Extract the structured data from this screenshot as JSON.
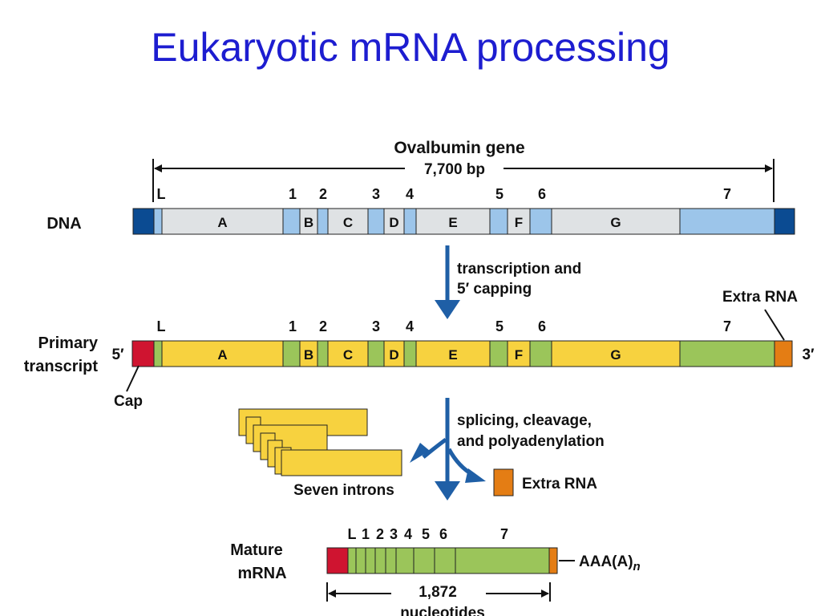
{
  "title": "Eukaryotic mRNA processing",
  "colors": {
    "title": "#1d1dd0",
    "dna_end": "#0b4b92",
    "dna_exon": "#9cc5ea",
    "dna_intron": "#dfe2e4",
    "rna_exon": "#9bc55a",
    "rna_intron": "#f7d23f",
    "cap": "#cf1430",
    "extra_rna": "#e47d14",
    "arrow": "#1f5fa6"
  },
  "gene": {
    "name": "Ovalbumin gene",
    "length": "7,700 bp"
  },
  "rows": {
    "dna": "DNA",
    "primary_line1": "Primary",
    "primary_line2": "transcript",
    "mature_line1": "Mature",
    "mature_line2": "mRNA"
  },
  "exon_labels": [
    "L",
    "1",
    "2",
    "3",
    "4",
    "5",
    "6",
    "7"
  ],
  "intron_labels": [
    "A",
    "B",
    "C",
    "D",
    "E",
    "F",
    "G"
  ],
  "mature_exon_labels": [
    "L",
    "1",
    "2",
    "3",
    "4",
    "5",
    "6",
    "7"
  ],
  "steps": {
    "transcription_line1": "transcription and",
    "transcription_line2": "5′ capping",
    "splicing_line1": "splicing, cleavage,",
    "splicing_line2": "and polyadenylation"
  },
  "labels": {
    "five_prime": "5′",
    "three_prime": "3′",
    "cap": "Cap",
    "extra_rna_top": "Extra RNA",
    "extra_rna_bottom": "Extra RNA",
    "seven_introns": "Seven introns",
    "poly_a": "AAA(A)",
    "poly_a_sub": "n",
    "mrna_length": "1,872",
    "mrna_unit": "nucleotides"
  }
}
